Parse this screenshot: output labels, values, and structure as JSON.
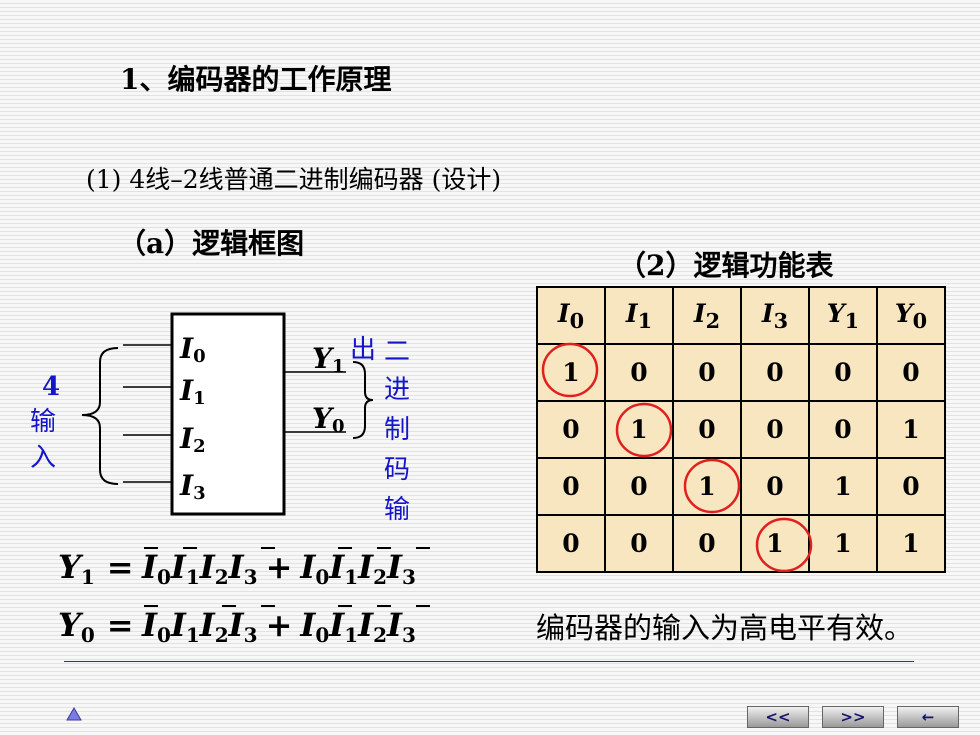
{
  "title": "1、编码器的工作原理",
  "subtitle": "(1) 4线–2线普通二进制编码器 (设计)",
  "diagram": {
    "heading": "（a）逻辑框图",
    "inputs_label": [
      "4",
      "输",
      "入"
    ],
    "input_names": [
      "I",
      "I",
      "I",
      "I"
    ],
    "input_subs": [
      "0",
      "1",
      "2",
      "3"
    ],
    "output_names": [
      "Y",
      "Y"
    ],
    "output_subs": [
      "1",
      "0"
    ],
    "output_label": [
      "出",
      "二",
      "进",
      "制",
      "码",
      "输"
    ]
  },
  "truth_table": {
    "heading": "（2）逻辑功能表",
    "headers": [
      {
        "name": "I",
        "sub": "0"
      },
      {
        "name": "I",
        "sub": "1"
      },
      {
        "name": "I",
        "sub": "2"
      },
      {
        "name": "I",
        "sub": "3"
      },
      {
        "name": "Y",
        "sub": "1"
      },
      {
        "name": "Y",
        "sub": "0"
      }
    ],
    "rows": [
      [
        "1",
        "0",
        "0",
        "0",
        "0",
        "0"
      ],
      [
        "0",
        "1",
        "0",
        "0",
        "0",
        "1"
      ],
      [
        "0",
        "0",
        "1",
        "0",
        "1",
        "0"
      ],
      [
        "0",
        "0",
        "0",
        "1",
        "1",
        "1"
      ]
    ],
    "highlight_color": "#e02020"
  },
  "equations": {
    "eq1": {
      "lhs": "Y",
      "lhs_sub": "1",
      "eq": "=",
      "plus": "+"
    },
    "eq0": {
      "lhs": "Y",
      "lhs_sub": "0",
      "eq": "=",
      "plus": "+"
    },
    "var": "I",
    "subs": [
      "0",
      "1",
      "2",
      "3"
    ]
  },
  "note": "编码器的输入为高电平有效。",
  "nav": {
    "prev": "<<",
    "next": ">>",
    "back": "←"
  },
  "colors": {
    "accent_line": "#c00000",
    "table_bg": "#f7e6bf"
  }
}
